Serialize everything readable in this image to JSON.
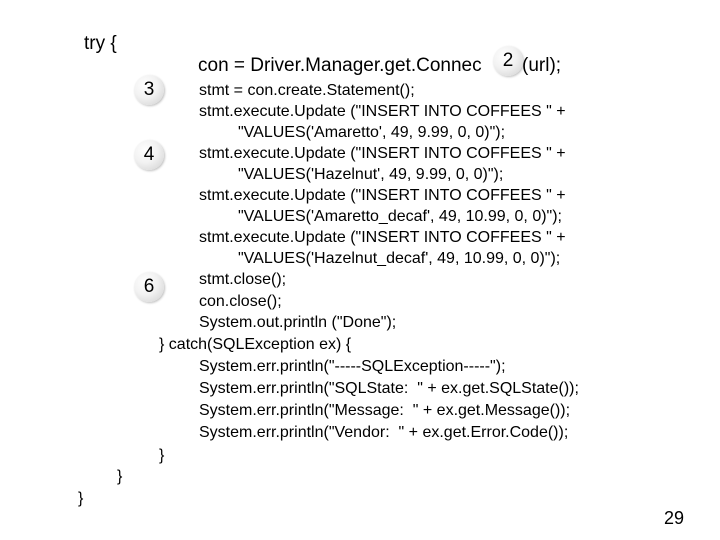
{
  "code": {
    "try_open": "try {",
    "con_prefix": "con = Driver.Manager.get.Connec",
    "con_suffix": "(url);",
    "l1": "stmt = con.create.Statement();",
    "l2": "stmt.execute.Update (\"INSERT INTO COFFEES \" +",
    "l3": "\"VALUES('Amaretto', 49, 9.99, 0, 0)\");",
    "l4": "stmt.execute.Update (\"INSERT INTO COFFEES \" +",
    "l5": "\"VALUES('Hazelnut', 49, 9.99, 0, 0)\");",
    "l6": "stmt.execute.Update (\"INSERT INTO COFFEES \" +",
    "l7": "\"VALUES('Amaretto_decaf', 49, 10.99, 0, 0)\");",
    "l8": "stmt.execute.Update (\"INSERT INTO COFFEES \" +",
    "l9": "\"VALUES('Hazelnut_decaf', 49, 10.99, 0, 0)\");",
    "l10": "stmt.close();",
    "l11": "con.close();",
    "l12": "System.out.println (\"Done\");",
    "l13": "} catch(SQLException ex) {",
    "l14": "System.err.println(\"-----SQLException-----\");",
    "l15": "System.err.println(\"SQLState:  \" + ex.get.SQLState());",
    "l16": "System.err.println(\"Message:  \" + ex.get.Message());",
    "l17": "System.err.println(\"Vendor:  \" + ex.get.Error.Code());",
    "close1": "}",
    "close2": "}",
    "close3": "}"
  },
  "badges": {
    "b2": "2",
    "b3": "3",
    "b4": "4",
    "b6": "6"
  },
  "page_number": "29"
}
